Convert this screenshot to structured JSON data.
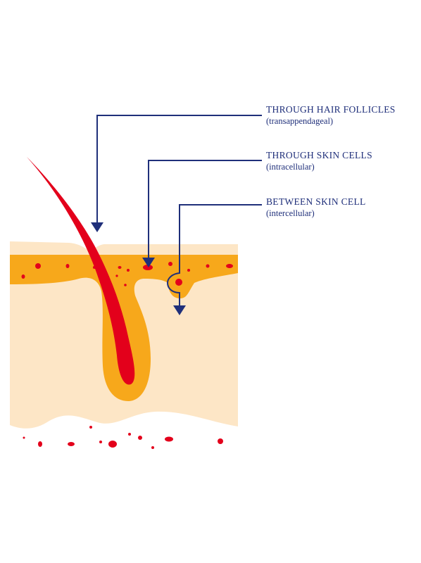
{
  "labels": [
    {
      "title": "THROUGH HAIR FOLLICLES",
      "subtitle": "(transappendageal)"
    },
    {
      "title": "THROUGH SKIN CELLS",
      "subtitle": "(intracellular)"
    },
    {
      "title": "BETWEEN SKIN CELL",
      "subtitle": "(intercellular)"
    }
  ],
  "colors": {
    "arrow": "#1f2f7a",
    "dermis": "#fde6c6",
    "epidermis": "#f7a81b",
    "hair": "#e3001b",
    "cells": "#e3001b"
  },
  "icons": [
    "hair-strand",
    "down-arrow"
  ]
}
